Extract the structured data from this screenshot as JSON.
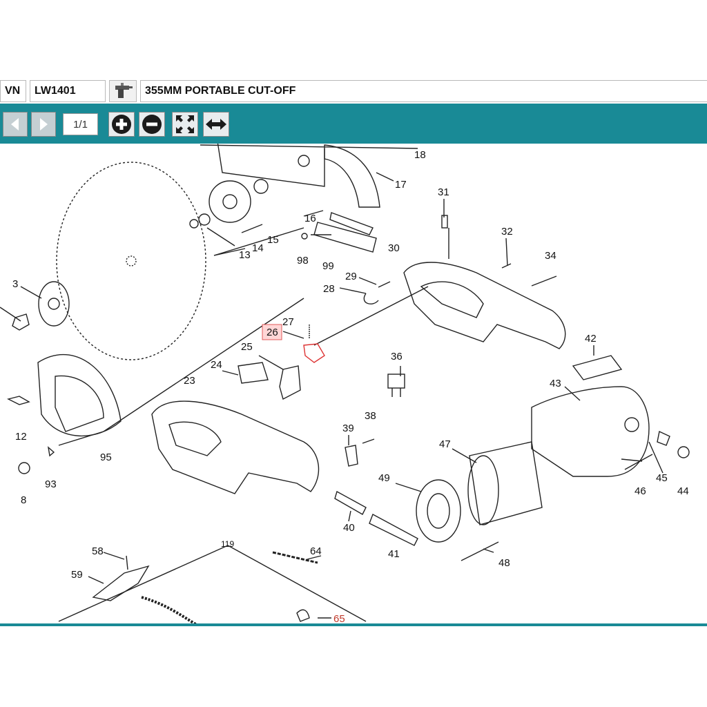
{
  "header": {
    "region": "VN",
    "model": "LW1401",
    "title": "355MM PORTABLE CUT-OFF"
  },
  "toolbar": {
    "page_indicator": "1/1",
    "icons": {
      "prev": "chevron-left-icon",
      "next": "chevron-right-icon",
      "zoom_in": "plus-circle-icon",
      "zoom_out": "minus-circle-icon",
      "fit_page": "expand-arrows-icon",
      "fit_width": "horizontal-arrows-icon"
    }
  },
  "colors": {
    "toolbar_bg": "#198a96",
    "highlight": "#e05a5a"
  },
  "diagram": {
    "part_labels": {
      "p18": "18",
      "p17": "17",
      "p16": "16",
      "p15": "15",
      "p14": "14",
      "p13": "13",
      "p98": "98",
      "p99": "99",
      "p31": "31",
      "p32": "32",
      "p30": "30",
      "p34": "34",
      "p29": "29",
      "p28": "28",
      "p3": "3",
      "p27": "27",
      "p26": "26",
      "p25": "25",
      "p24": "24",
      "p23": "23",
      "p36": "36",
      "p42": "42",
      "p43": "43",
      "p12": "12",
      "p95": "95",
      "p93": "93",
      "p8": "8",
      "p39": "39",
      "p38": "38",
      "p47": "47",
      "p49": "49",
      "p45": "45",
      "p44": "44",
      "p46": "46",
      "p40": "40",
      "p41": "41",
      "p48": "48",
      "p119": "119",
      "p58": "58",
      "p64": "64",
      "p59": "59",
      "p65": "65"
    },
    "highlighted_part": "26"
  }
}
